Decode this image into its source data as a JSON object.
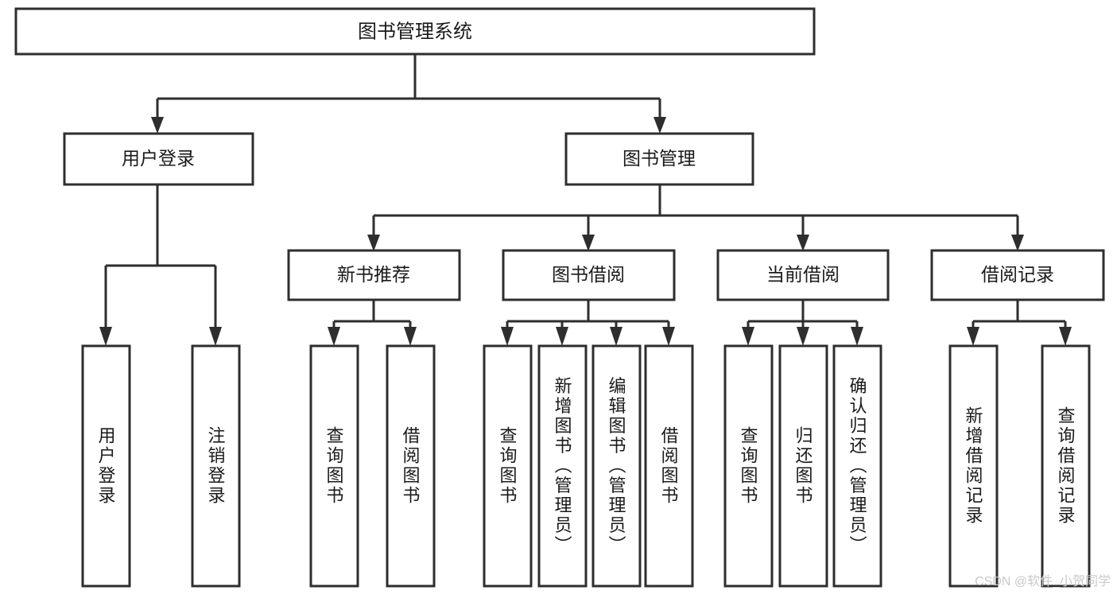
{
  "diagram": {
    "type": "tree",
    "title": "图书管理系统",
    "root": {
      "id": "root",
      "label": "图书管理系统"
    },
    "level2": [
      {
        "id": "user-login",
        "label": "用户登录"
      },
      {
        "id": "book-manage",
        "label": "图书管理"
      }
    ],
    "level3": [
      {
        "id": "new-book-recommend",
        "label": "新书推荐",
        "parent": "book-manage"
      },
      {
        "id": "book-borrow",
        "label": "图书借阅",
        "parent": "book-manage"
      },
      {
        "id": "current-borrow",
        "label": "当前借阅",
        "parent": "book-manage"
      },
      {
        "id": "borrow-record",
        "label": "借阅记录",
        "parent": "book-manage"
      }
    ],
    "leaves": {
      "user-login": [
        {
          "id": "leaf-user-login",
          "label": "用户登录"
        },
        {
          "id": "leaf-logout-login",
          "label": "注销登录"
        }
      ],
      "new-book-recommend": [
        {
          "id": "leaf-query-book-1",
          "label": "查询图书"
        },
        {
          "id": "leaf-borrow-book-1",
          "label": "借阅图书"
        }
      ],
      "book-borrow": [
        {
          "id": "leaf-query-book-2",
          "label": "查询图书"
        },
        {
          "id": "leaf-add-book",
          "label": "新增图书（管理员）"
        },
        {
          "id": "leaf-edit-book",
          "label": "编辑图书（管理员）"
        },
        {
          "id": "leaf-borrow-book-2",
          "label": "借阅图书"
        }
      ],
      "current-borrow": [
        {
          "id": "leaf-query-book-3",
          "label": "查询图书"
        },
        {
          "id": "leaf-return-book",
          "label": "归还图书"
        },
        {
          "id": "leaf-confirm-return",
          "label": "确认归还（管理员）"
        }
      ],
      "borrow-record": [
        {
          "id": "leaf-add-record",
          "label": "新增借阅记录"
        },
        {
          "id": "leaf-query-record",
          "label": "查询借阅记录"
        }
      ]
    }
  },
  "watermark": {
    "text": "CSDN @软件_小贺同学"
  },
  "colors": {
    "stroke": "#2e2e2e",
    "box_fill": "#ffffff",
    "text": "#1a1a1a",
    "background": "#ffffff",
    "watermark": "#c9c9c9"
  }
}
